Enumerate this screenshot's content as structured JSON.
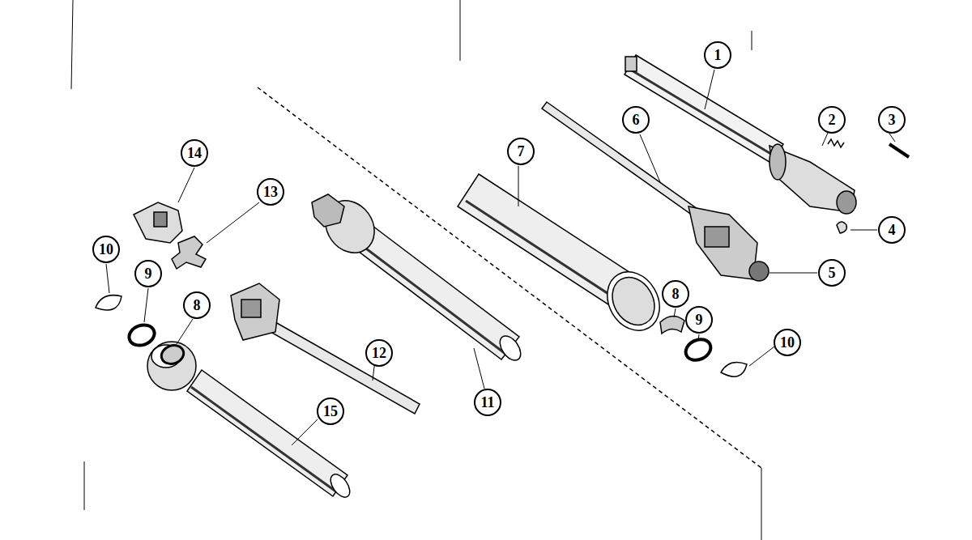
{
  "diagram": {
    "labels": [
      "1",
      "2",
      "3",
      "6",
      "7",
      "4",
      "5",
      "8",
      "9",
      "10",
      "14",
      "13",
      "10",
      "9",
      "8",
      "12",
      "15",
      "11"
    ]
  }
}
